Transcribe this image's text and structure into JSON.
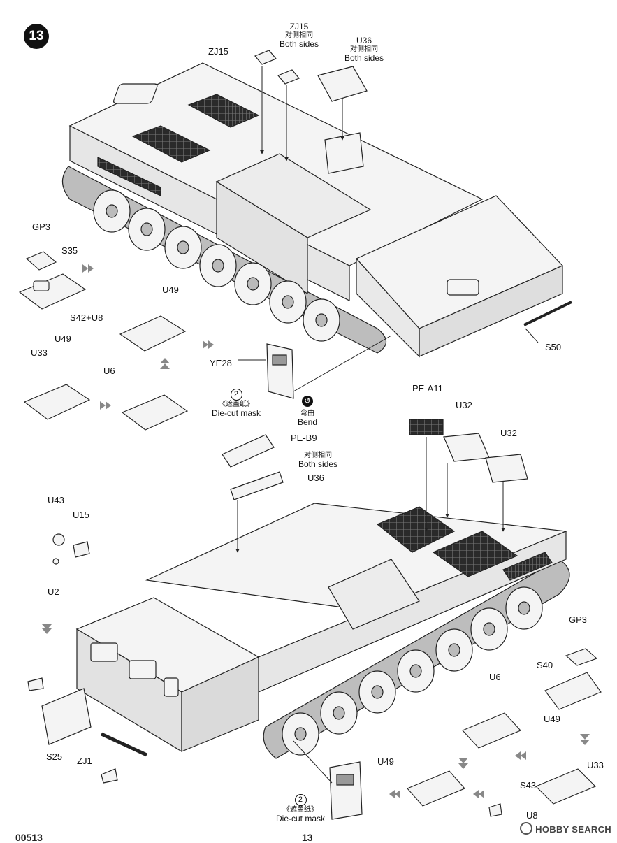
{
  "step_number": "13",
  "labels": {
    "zj15_left": "ZJ15",
    "zj15_top": "ZJ15",
    "both_sides_cn": "对侧相同",
    "both_sides": "Both sides",
    "u36_top": "U36",
    "u36_lower": "U36",
    "gp3_top": "GP3",
    "gp3_lower": "GP3",
    "s35": "S35",
    "s42u8": "S42+U8",
    "u49_a": "U49",
    "u49_b": "U49",
    "u49_c": "U49",
    "u49_d": "U49",
    "u33_a": "U33",
    "u33_b": "U33",
    "u6_a": "U6",
    "u6_b": "U6",
    "ye28": "YE28",
    "mask_num": "2",
    "mask_cn": "《遮盖纸》",
    "mask_en": "Die-cut mask",
    "bend_cn": "弯曲",
    "bend_en": "Bend",
    "s50": "S50",
    "pe_a11": "PE-A11",
    "u32_a": "U32",
    "u32_b": "U32",
    "pe_b9": "PE-B9",
    "u43": "U43",
    "u15": "U15",
    "u2": "U2",
    "s40": "S40",
    "s25": "S25",
    "zj1": "ZJ1",
    "s43": "S43",
    "u8": "U8"
  },
  "watermark": "HOBBY SEARCH",
  "page_footer_left": "00513",
  "page_footer_center": "13",
  "colors": {
    "line": "#222222",
    "fill": "#f4f4f4",
    "shade": "#cfcfcf",
    "grille": "#2a2a2a"
  }
}
